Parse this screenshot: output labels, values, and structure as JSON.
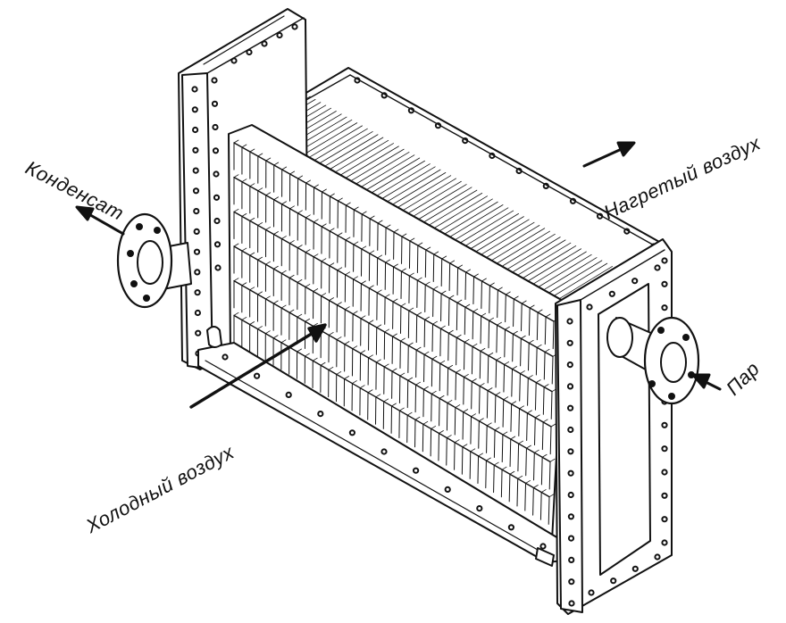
{
  "labels": {
    "condensate": "Конденсат",
    "heated_air": "Нагретый  воздух",
    "cold_air": "Холодный  воздух",
    "steam": "Пар"
  },
  "colors": {
    "ink": "#111111",
    "background": "#ffffff"
  }
}
